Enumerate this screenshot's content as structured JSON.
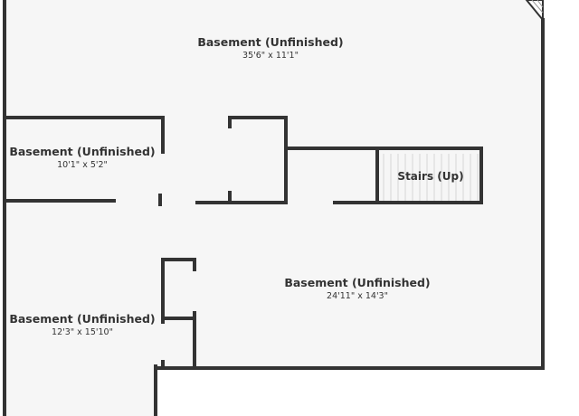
{
  "rooms": [
    {
      "name": "Basement (Unfinished)",
      "dimensions": "35'6\" x 11'1\""
    },
    {
      "name": "Basement (Unfinished)",
      "dimensions": "10'1\" x 5'2\""
    },
    {
      "name": "Basement (Unfinished)",
      "dimensions": "24'11\" x 14'3\""
    },
    {
      "name": "Basement (Unfinished)",
      "dimensions": "12'3\" x 15'10\""
    }
  ],
  "stairs": {
    "label": "Stairs (Up)"
  },
  "colors": {
    "floor": "#f6f6f6",
    "wall": "#333333",
    "background": "#ffffff",
    "text": "#333333"
  }
}
